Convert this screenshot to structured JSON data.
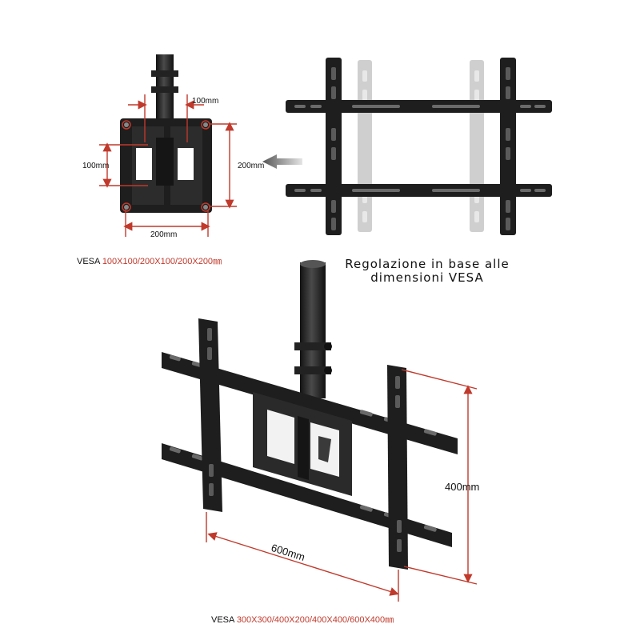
{
  "top_left": {
    "dim_top": "100mm",
    "dim_left": "100mm",
    "dim_right": "200mm",
    "dim_bottom": "200mm",
    "vesa_prefix": "VESA",
    "vesa_values": "100X100/200X100/200X200",
    "vesa_unit": "㎜"
  },
  "heading": {
    "line1": "Regolazione in base alle",
    "line2": "dimensioni VESA"
  },
  "bottom": {
    "dim_width": "600mm",
    "dim_height": "400mm",
    "vesa_prefix": "VESA",
    "vesa_values": "300X300/400X200/400X400/600X400",
    "vesa_unit": "㎜"
  },
  "colors": {
    "metal": "#1e1e1e",
    "metal_light": "#3a3a3a",
    "ghost": "#c8c8c8",
    "dimension": "#c0392b"
  }
}
